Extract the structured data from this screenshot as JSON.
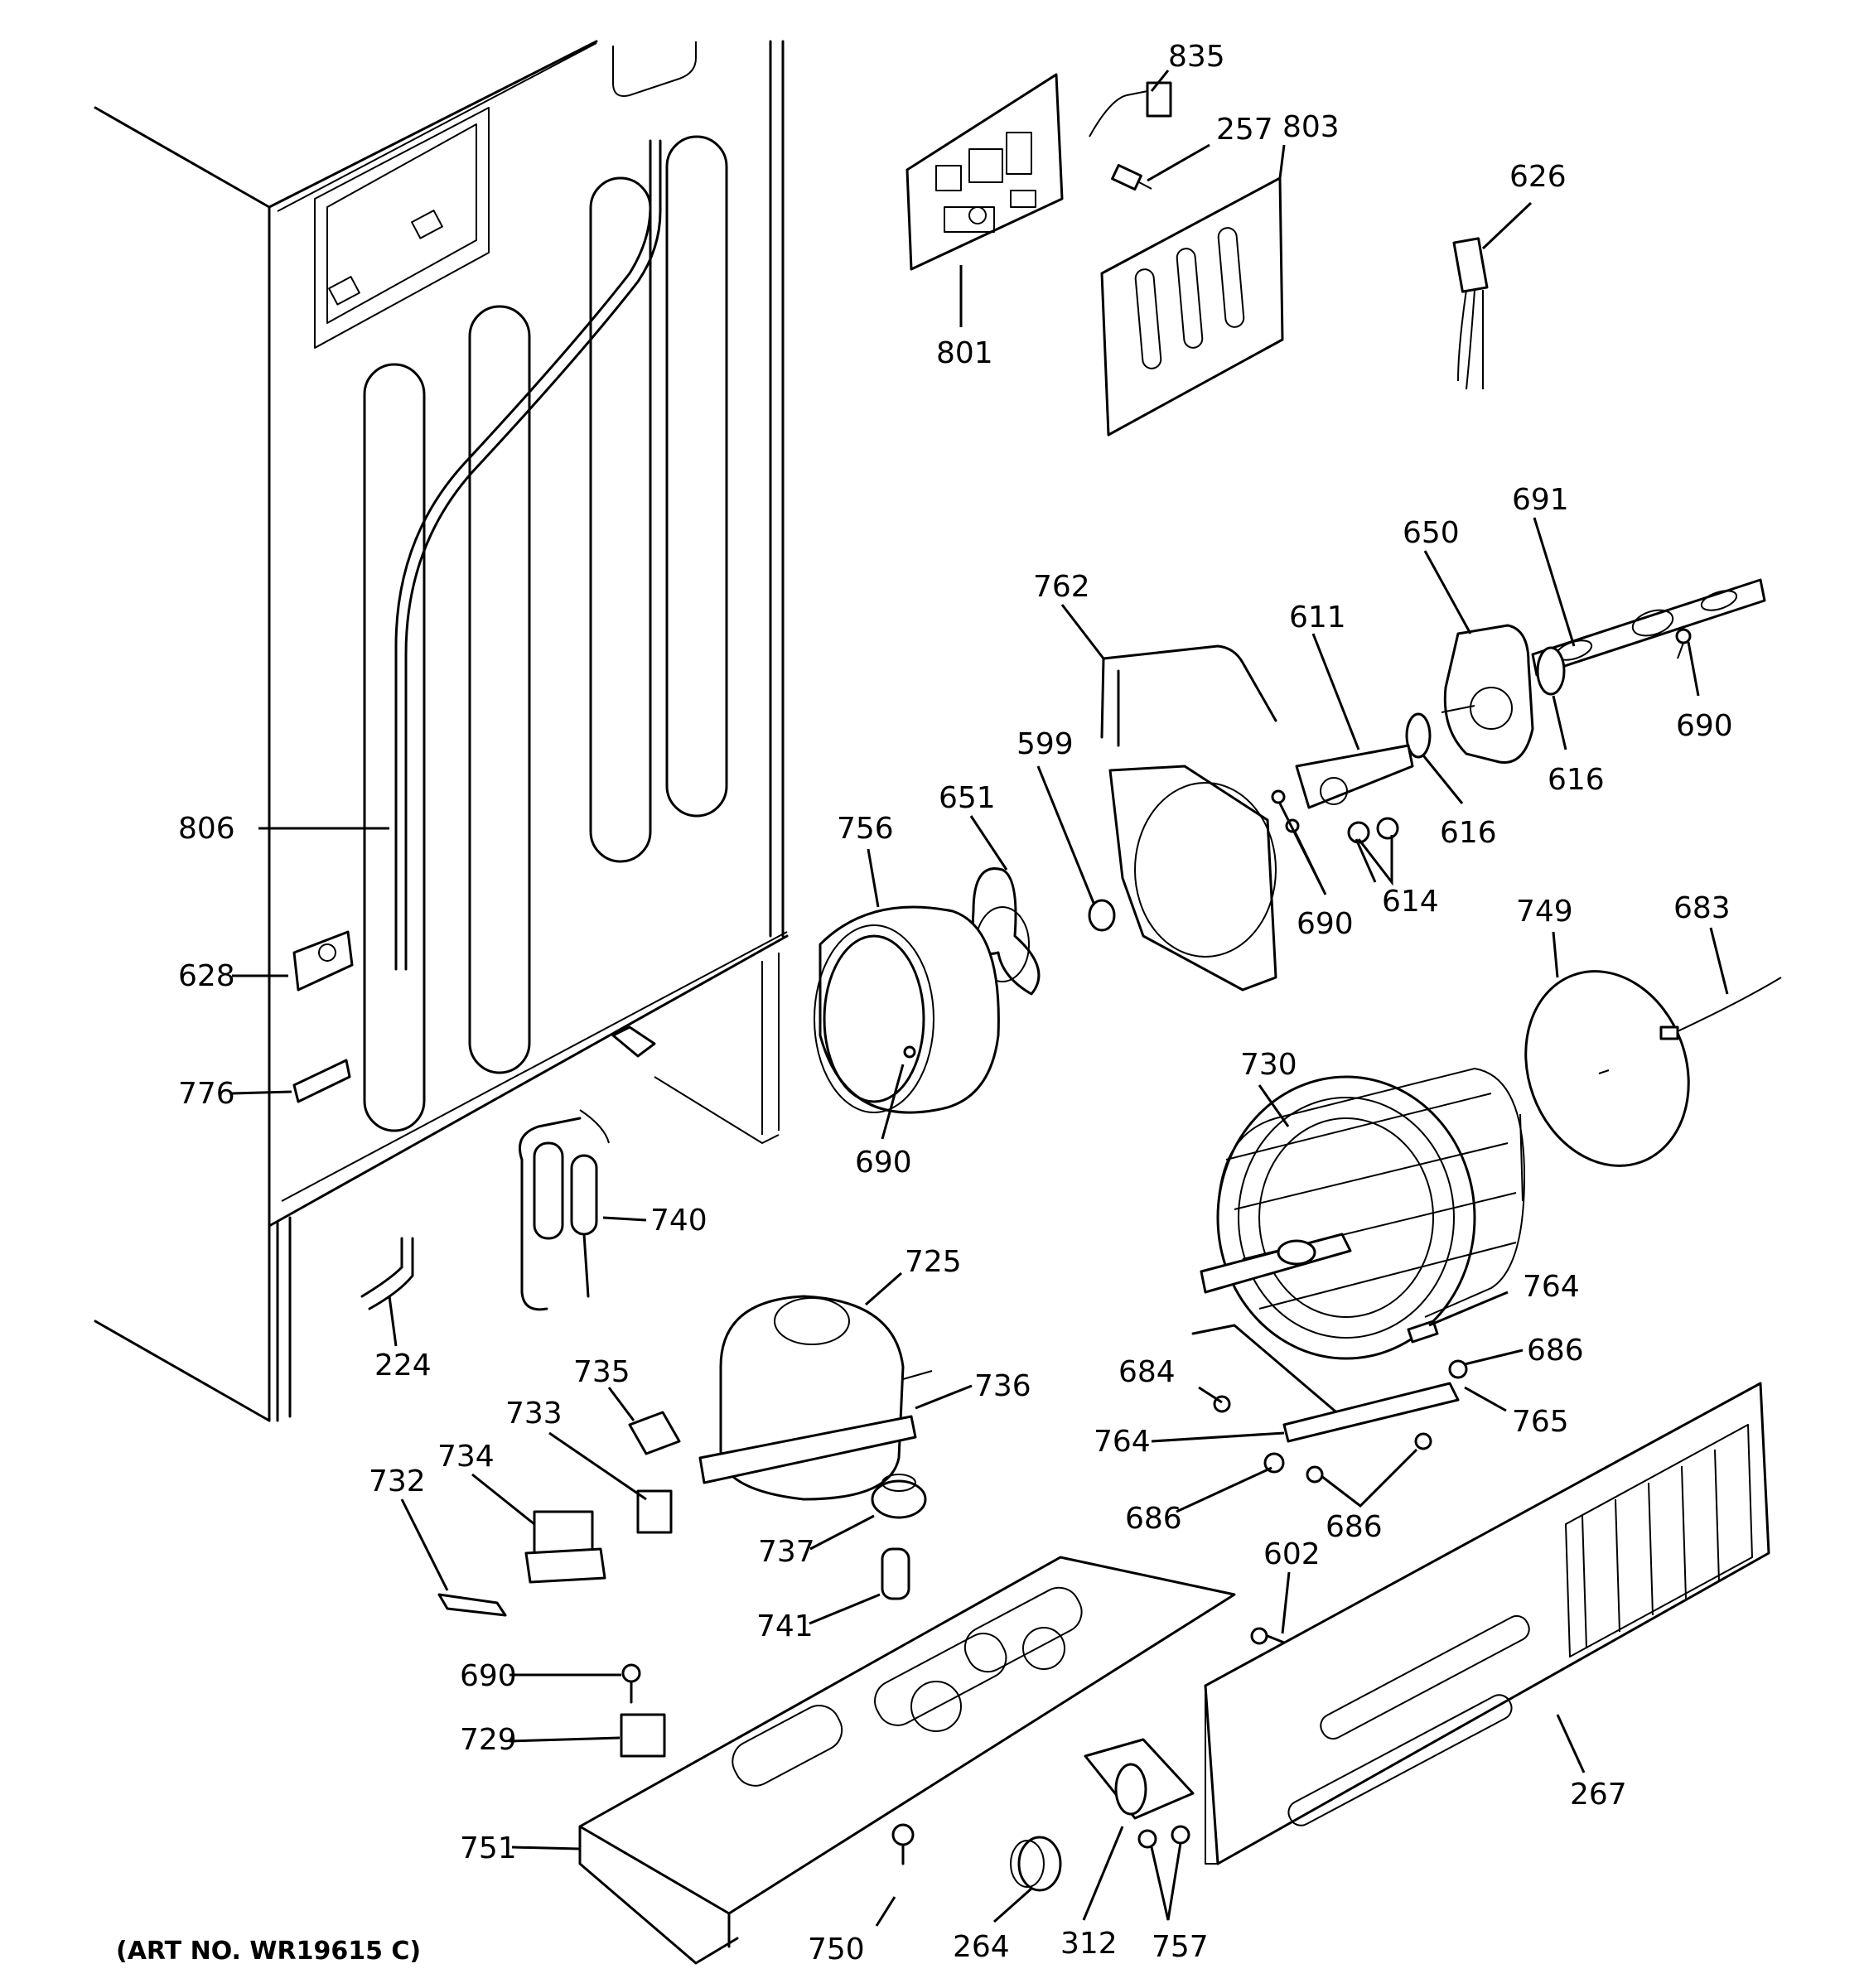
{
  "art_number": "(ART NO. WR19615 C)",
  "callouts": [
    {
      "id": "c835",
      "text": "835"
    },
    {
      "id": "c257",
      "text": "257"
    },
    {
      "id": "c803",
      "text": "803"
    },
    {
      "id": "c626",
      "text": "626"
    },
    {
      "id": "c801",
      "text": "801"
    },
    {
      "id": "c691",
      "text": "691"
    },
    {
      "id": "c650",
      "text": "650"
    },
    {
      "id": "c611",
      "text": "611"
    },
    {
      "id": "c762",
      "text": "762"
    },
    {
      "id": "c690a",
      "text": "690"
    },
    {
      "id": "c616a",
      "text": "616"
    },
    {
      "id": "c616b",
      "text": "616"
    },
    {
      "id": "c599",
      "text": "599"
    },
    {
      "id": "c651",
      "text": "651"
    },
    {
      "id": "c756",
      "text": "756"
    },
    {
      "id": "c614",
      "text": "614"
    },
    {
      "id": "c690b",
      "text": "690"
    },
    {
      "id": "c749",
      "text": "749"
    },
    {
      "id": "c683",
      "text": "683"
    },
    {
      "id": "c806",
      "text": "806"
    },
    {
      "id": "c628",
      "text": "628"
    },
    {
      "id": "c776",
      "text": "776"
    },
    {
      "id": "c730",
      "text": "730"
    },
    {
      "id": "c690c",
      "text": "690"
    },
    {
      "id": "c740",
      "text": "740"
    },
    {
      "id": "c725",
      "text": "725"
    },
    {
      "id": "c224",
      "text": "224"
    },
    {
      "id": "c764a",
      "text": "764"
    },
    {
      "id": "c686a",
      "text": "686"
    },
    {
      "id": "c735",
      "text": "735"
    },
    {
      "id": "c736",
      "text": "736"
    },
    {
      "id": "c684",
      "text": "684"
    },
    {
      "id": "c765",
      "text": "765"
    },
    {
      "id": "c733",
      "text": "733"
    },
    {
      "id": "c734",
      "text": "734"
    },
    {
      "id": "c764b",
      "text": "764"
    },
    {
      "id": "c732",
      "text": "732"
    },
    {
      "id": "c686b",
      "text": "686"
    },
    {
      "id": "c686c",
      "text": "686"
    },
    {
      "id": "c737",
      "text": "737"
    },
    {
      "id": "c602",
      "text": "602"
    },
    {
      "id": "c741",
      "text": "741"
    },
    {
      "id": "c690d",
      "text": "690"
    },
    {
      "id": "c729",
      "text": "729"
    },
    {
      "id": "c267",
      "text": "267"
    },
    {
      "id": "c751",
      "text": "751"
    },
    {
      "id": "c750",
      "text": "750"
    },
    {
      "id": "c264",
      "text": "264"
    },
    {
      "id": "c312",
      "text": "312"
    },
    {
      "id": "c757",
      "text": "757"
    }
  ]
}
